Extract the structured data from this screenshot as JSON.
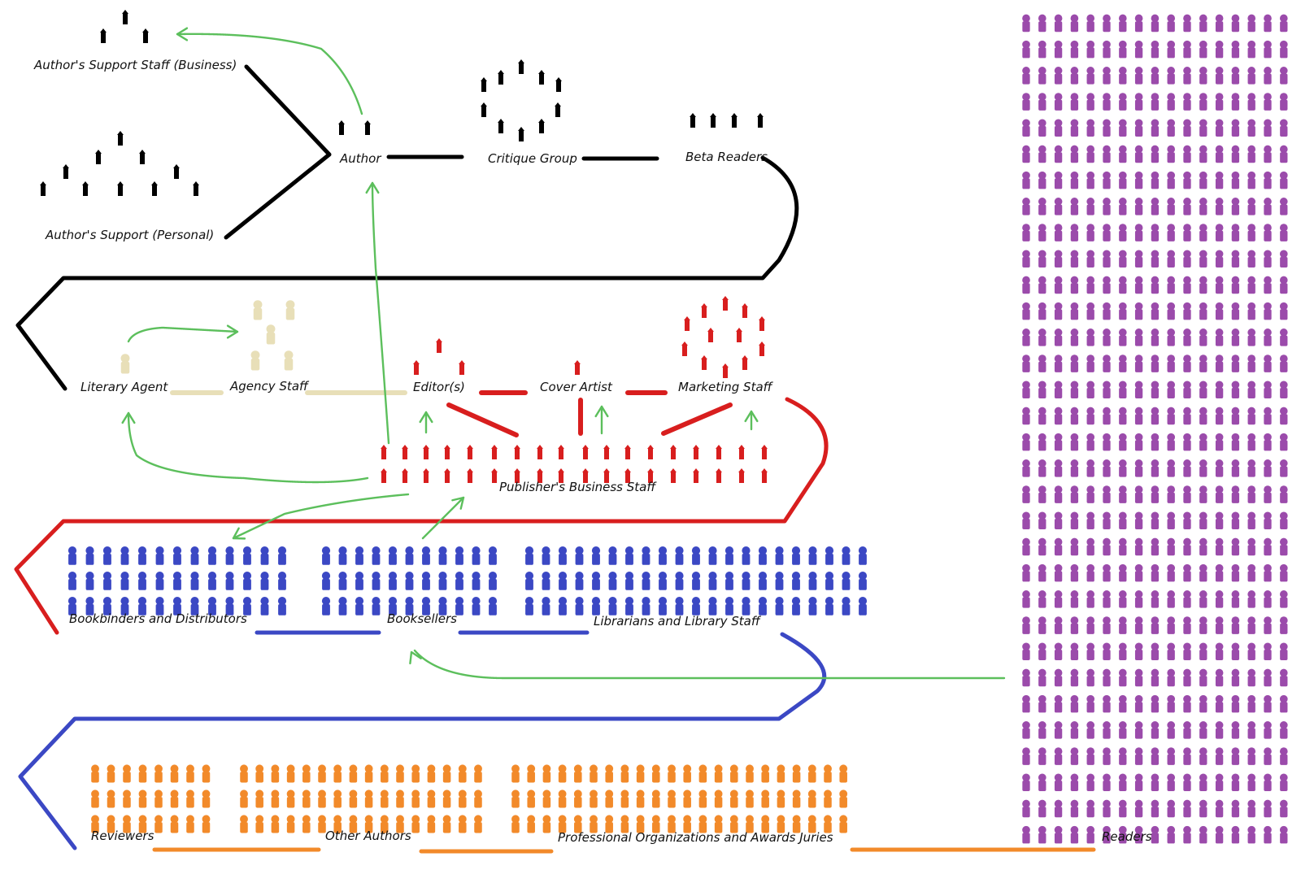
{
  "colors": {
    "author_tier": "#000000",
    "agency": "#e8dfb8",
    "publisher": "#d81e1e",
    "trade": "#3b48c4",
    "community": "#f28a2a",
    "readers": "#9b4bab",
    "influence_arrows": "#5cbf5c"
  },
  "icon": "person-figure-icon",
  "labels": {
    "support_business": "Author's Support Staff (Business)",
    "author": "Author",
    "critique_group": "Critique Group",
    "beta_readers": "Beta Readers",
    "support_personal": "Author's Support (Personal)",
    "literary_agent": "Literary Agent",
    "agency_staff": "Agency Staff",
    "editors": "Editor(s)",
    "cover_artist": "Cover Artist",
    "marketing_staff": "Marketing Staff",
    "publishers_business_staff": "Publisher's Business Staff",
    "bookbinders": "Bookbinders and Distributors",
    "booksellers": "Booksellers",
    "librarians": "Librarians and Library Staff",
    "reviewers": "Reviewers",
    "other_authors": "Other Authors",
    "professional_orgs": "Professional Organizations and Awards Juries",
    "readers": "Readers"
  }
}
